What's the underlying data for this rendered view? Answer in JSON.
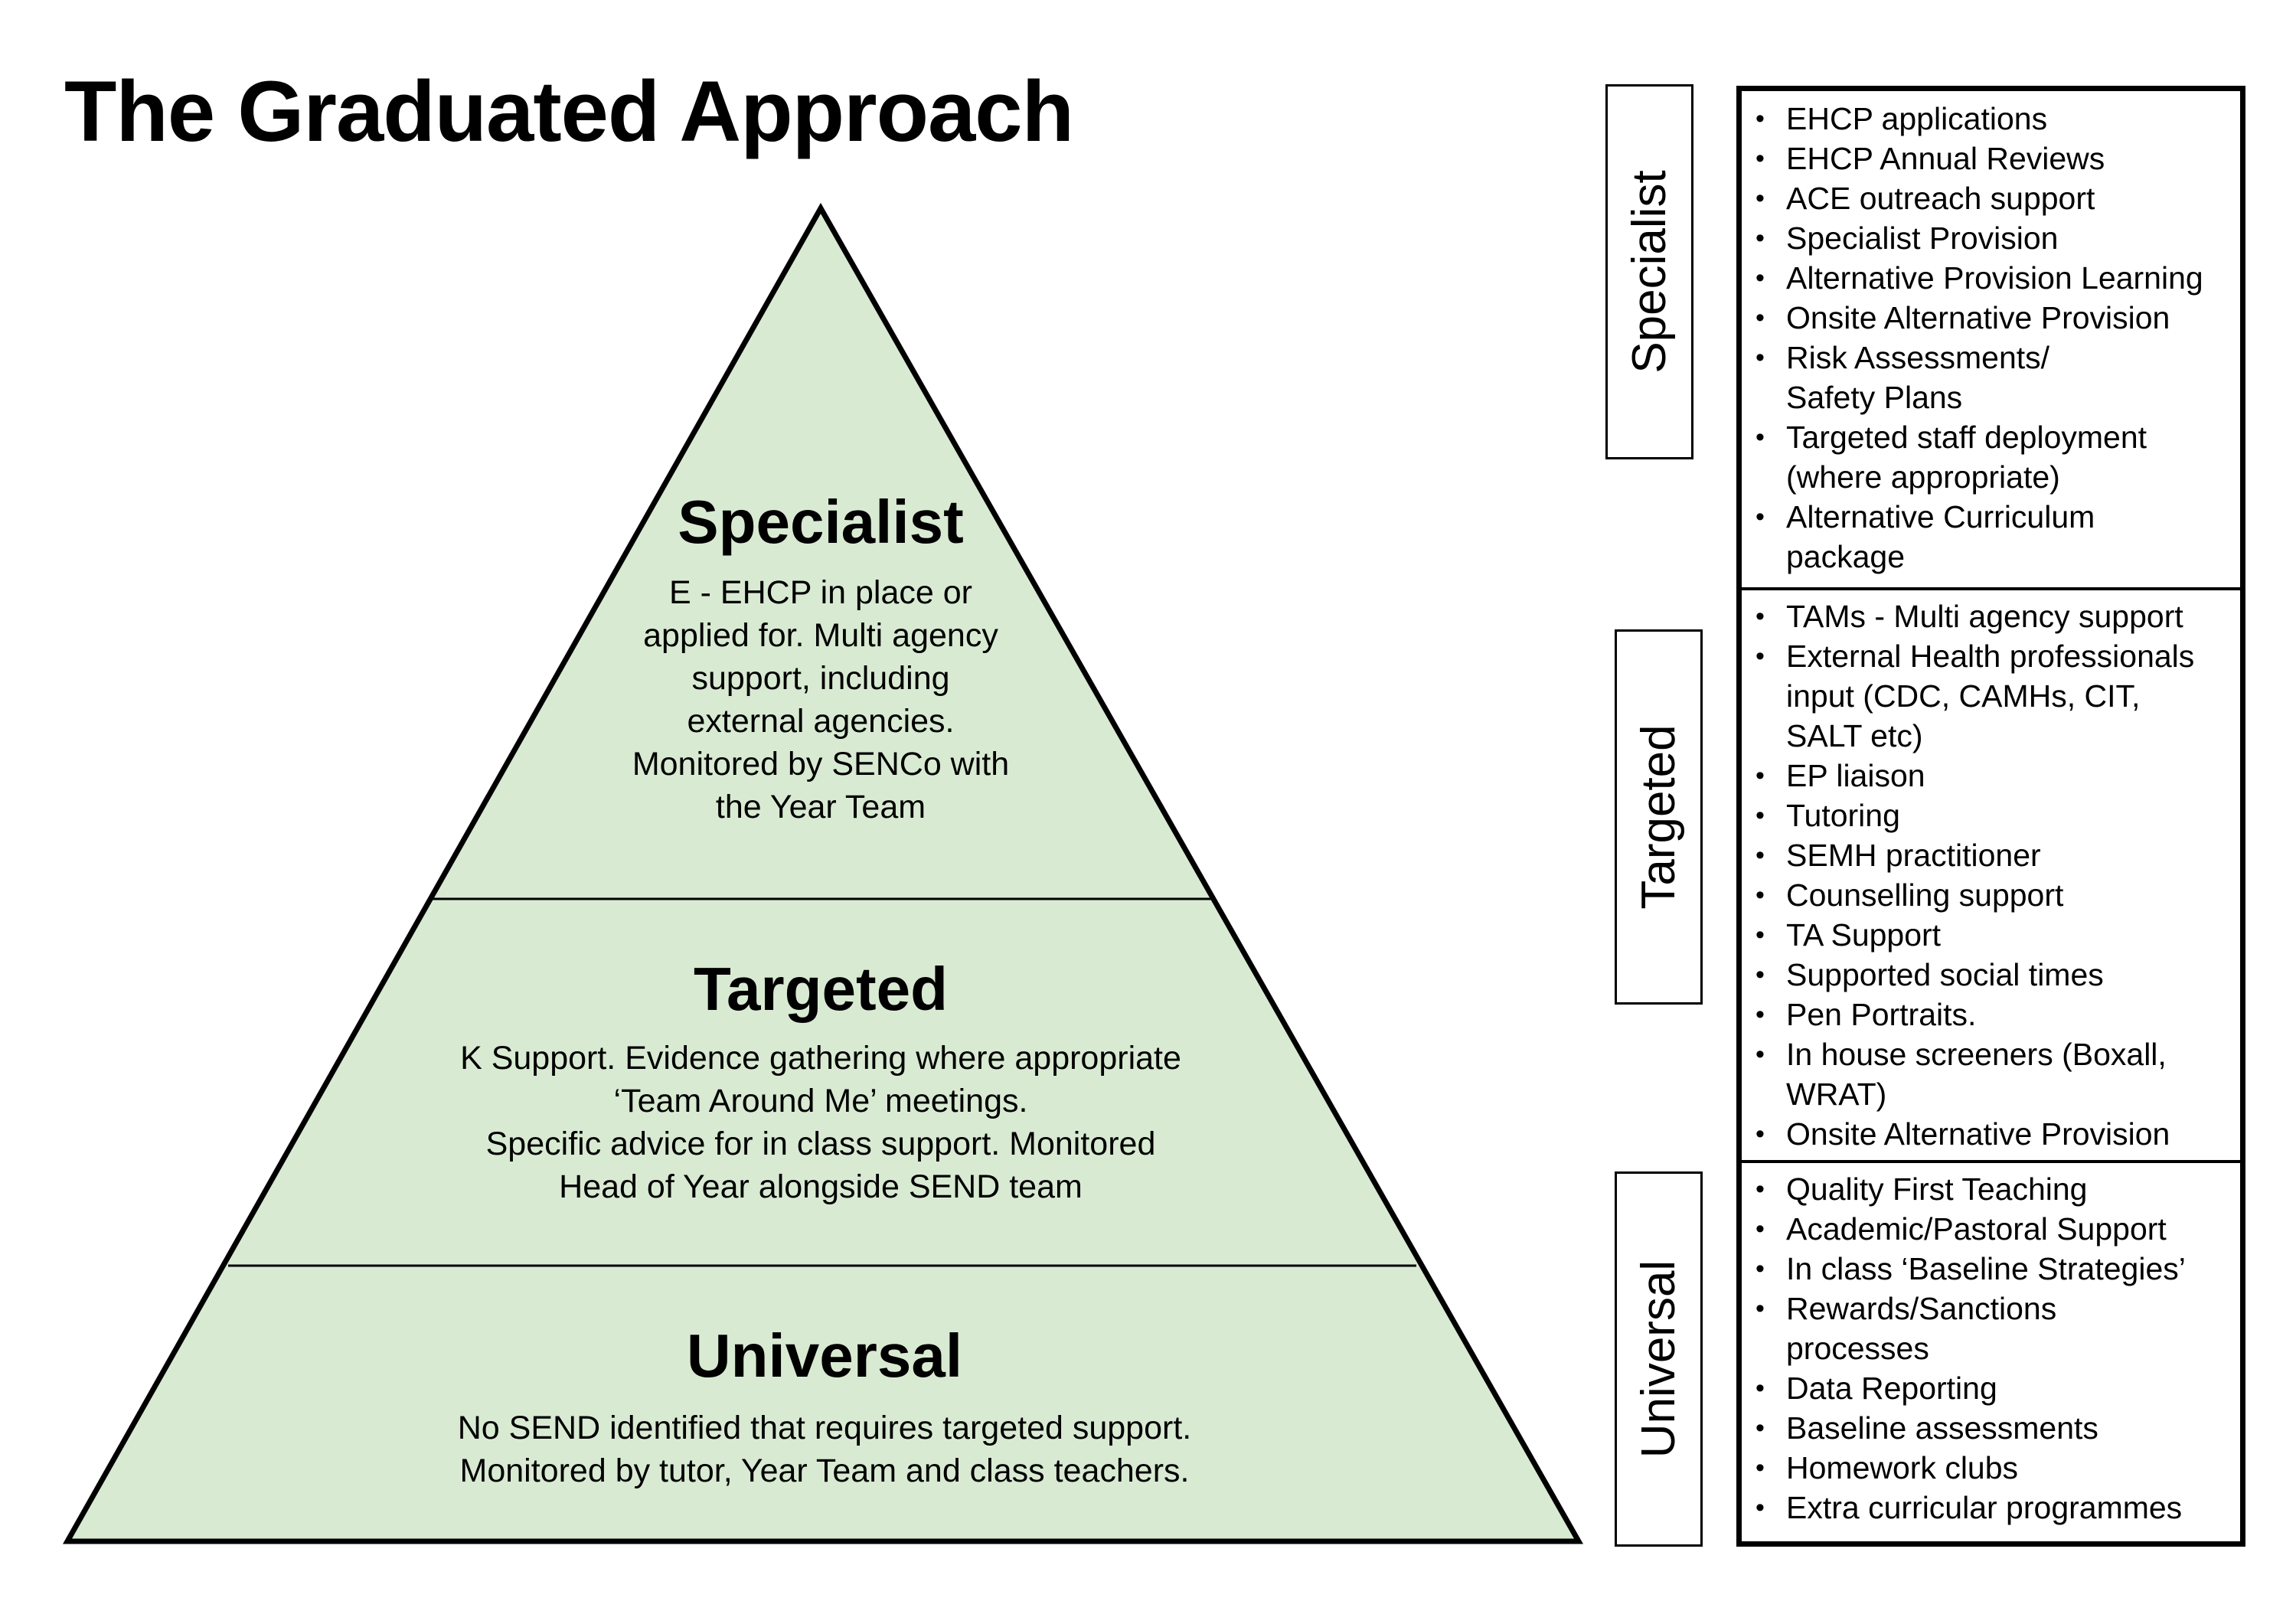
{
  "title": "The Graduated Approach",
  "colors": {
    "pyramid_fill": "#d9ead3",
    "stroke": "#000000",
    "background": "#ffffff"
  },
  "pyramid": {
    "tiers": [
      {
        "name": "Specialist",
        "description_lines": [
          "E - EHCP in place or",
          "applied for. Multi agency",
          "support, including",
          "external agencies.",
          "Monitored by SENCo with",
          "the Year Team"
        ]
      },
      {
        "name": "Targeted",
        "description_lines": [
          "K Support. Evidence gathering where appropriate",
          "‘Team Around Me’ meetings.",
          "Specific advice for in class support. Monitored",
          "Head of Year alongside SEND team"
        ]
      },
      {
        "name": "Universal",
        "description_lines": [
          "No SEND identified that requires targeted support.",
          "Monitored by tutor, Year Team and class teachers."
        ]
      }
    ]
  },
  "side_labels": {
    "specialist": "Specialist",
    "targeted": "Targeted",
    "universal": "Universal"
  },
  "provision": {
    "bullet": "•",
    "specialist": [
      [
        "EHCP applications"
      ],
      [
        "EHCP Annual Reviews"
      ],
      [
        "ACE outreach support"
      ],
      [
        "Specialist Provision"
      ],
      [
        "Alternative Provision Learning"
      ],
      [
        "Onsite Alternative Provision"
      ],
      [
        "Risk Assessments/",
        "Safety Plans"
      ],
      [
        "Targeted staff deployment",
        "(where appropriate)"
      ],
      [
        "Alternative Curriculum",
        "package"
      ]
    ],
    "targeted": [
      [
        "TAMs - Multi agency support"
      ],
      [
        "External Health professionals",
        "input (CDC, CAMHs, CIT,",
        "SALT etc)"
      ],
      [
        "EP liaison"
      ],
      [
        "Tutoring"
      ],
      [
        "SEMH practitioner"
      ],
      [
        "Counselling support"
      ],
      [
        "TA Support"
      ],
      [
        "Supported social times"
      ],
      [
        "Pen Portraits."
      ],
      [
        "In house screeners (Boxall,",
        "WRAT)"
      ],
      [
        "Onsite Alternative Provision"
      ]
    ],
    "universal": [
      [
        "Quality First Teaching"
      ],
      [
        "Academic/Pastoral Support"
      ],
      [
        "In class ‘Baseline Strategies’"
      ],
      [
        "Rewards/Sanctions",
        "processes"
      ],
      [
        "Data Reporting"
      ],
      [
        "Baseline assessments"
      ],
      [
        "Homework clubs"
      ],
      [
        "Extra curricular programmes"
      ]
    ]
  }
}
